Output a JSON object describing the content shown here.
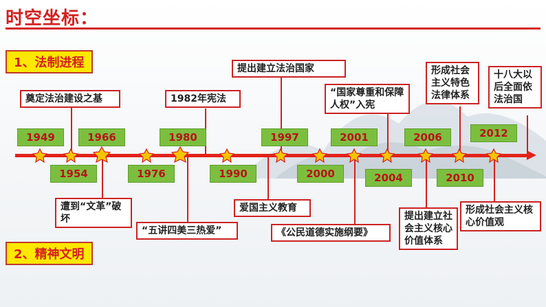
{
  "title": "时空坐标：",
  "sections": {
    "s1": "1、法制进程",
    "s2": "2、精神文明"
  },
  "years": {
    "y1949": "1949",
    "y1954": "1954",
    "y1966": "1966",
    "y1976": "1976",
    "y1980": "1980",
    "y1990": "1990",
    "y1997": "1997",
    "y2000": "2000",
    "y2001": "2001",
    "y2004": "2004",
    "y2006": "2006",
    "y2010": "2010",
    "y2012": "2012"
  },
  "events": {
    "e1949": "奠定法治建设之基",
    "e1982": "1982年宪法",
    "e1997": "提出建立法治国家",
    "e2004": "“国家尊重和保障人权”入宪",
    "e2010": "形成社会主义特色法律体系",
    "e2012": "十八大以后全面依法治国",
    "e1966": "遭到“文革”破坏",
    "e1980": "“五讲四美三热爱”",
    "e1994": "爱国主义教育",
    "e2001": "《公民道德实施纲要》",
    "e2006": "提出建立社会主义核心价值体系",
    "e2012b": "形成社会主义核心价值观"
  },
  "colors": {
    "accent": "#d32020",
    "axis": "#e2231a",
    "year_bg": "#7cbf3f",
    "section_bg": "#fde800"
  }
}
